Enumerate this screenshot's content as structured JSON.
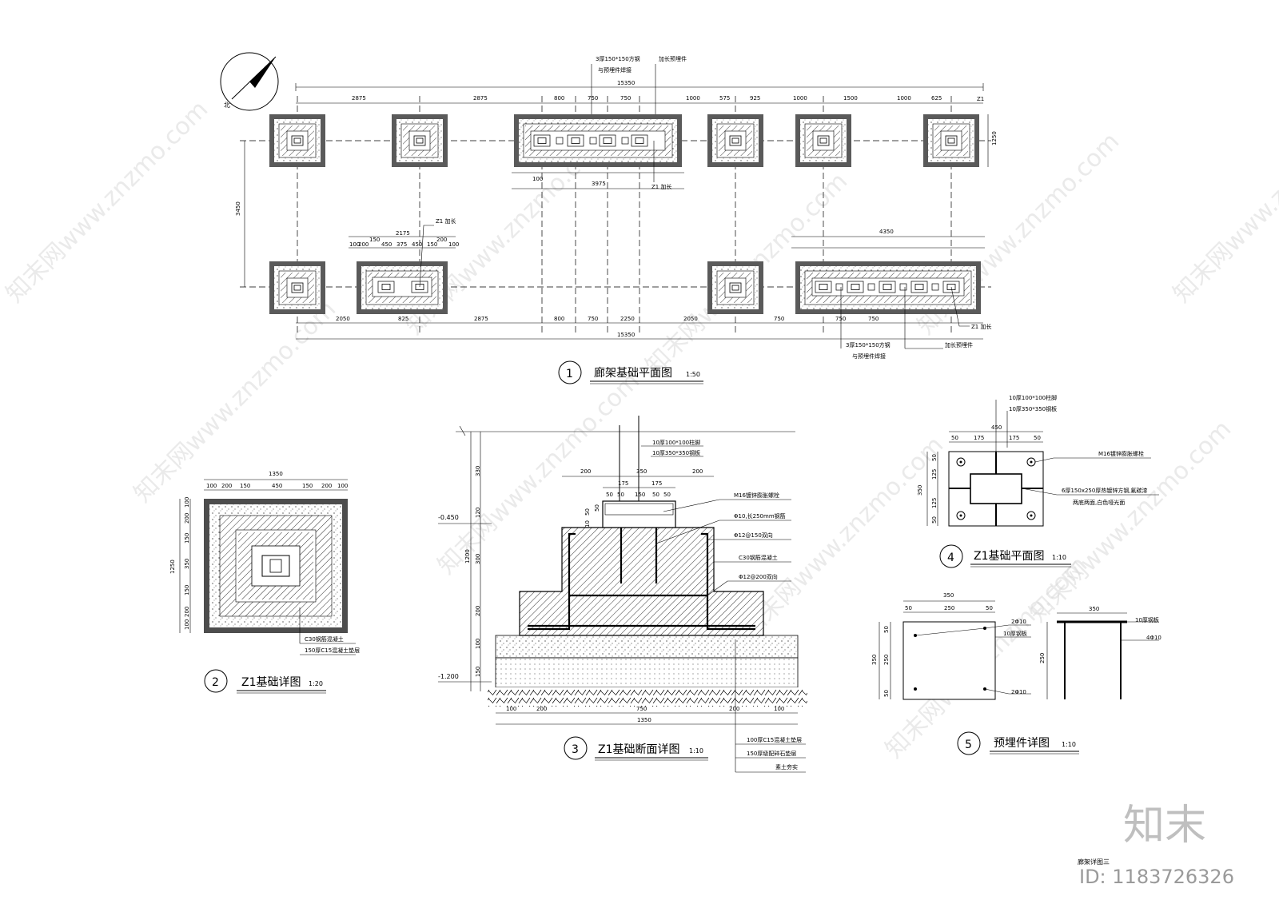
{
  "north_label": "北",
  "plan": {
    "top_callout_1": "3厚150*150方钢",
    "top_callout_2": "与预埋件焊接",
    "top_callout_3": "加长预埋件",
    "total_top": "15350",
    "top_dims": [
      "2875",
      "2875",
      "800",
      "750",
      "750",
      "1000",
      "575",
      "925",
      "1000",
      "1500",
      "1000",
      "625"
    ],
    "z1_top": "Z1",
    "right_dim": "1250",
    "left_dim": "3450",
    "z1_ext_top": "Z1 加长",
    "dim_3975": "3975",
    "dim_100": "100",
    "z1_ext_left": "Z1 加长",
    "dim_2175": "2175",
    "left_small_dims": [
      "100",
      "200",
      "150",
      "450",
      "375",
      "450",
      "150",
      "200",
      "100"
    ],
    "dim_4350": "4350",
    "bottom_dims": [
      "2050",
      "825",
      "2875",
      "800",
      "750",
      "2250",
      "2050",
      "750",
      "750",
      "750"
    ],
    "total_bottom": "15350",
    "z1_ext_bottom": "Z1 加长",
    "bottom_callout_1": "3厚150*150方钢",
    "bottom_callout_2": "与预埋件焊接",
    "bottom_callout_3": "加长预埋件",
    "title_no": "1",
    "title": "廊架基础平面图",
    "scale": "1:50"
  },
  "detail2": {
    "top_total": "1350",
    "top_dims": [
      "100",
      "200",
      "150",
      "450",
      "150",
      "200",
      "100"
    ],
    "left_total": "1250",
    "left_dims": [
      "100",
      "200",
      "150",
      "350",
      "150",
      "200",
      "100"
    ],
    "note_1": "C30钢筋混凝土",
    "note_2": "150厚C15混凝土垫层",
    "title_no": "2",
    "title": "Z1基础详图",
    "scale": "1:20"
  },
  "detail3": {
    "elev_1": "-0.450",
    "elev_2": "-1.200",
    "left_dims": [
      "330",
      "120",
      "1200",
      "300",
      "200",
      "100",
      "150"
    ],
    "top_dims": [
      "200",
      "350",
      "200"
    ],
    "plate_dims": [
      "175",
      "175"
    ],
    "plate_small": [
      "50",
      "50",
      "150",
      "50",
      "50"
    ],
    "side_dims": [
      "10",
      "50",
      "50"
    ],
    "note_post": "10厚100*100柱脚",
    "note_plate": "10厚350*350钢板",
    "note_bolt": "M16镀锌膨胀螺栓",
    "note_rebar1": "Φ10,长250mm钢筋",
    "note_rebar2": "Φ12@150双向",
    "note_concrete": "C30钢筋混凝土",
    "note_rebar3": "Φ12@200双向",
    "bottom_dims": [
      "100",
      "200",
      "750",
      "200",
      "100"
    ],
    "bottom_total": "1350",
    "note_l1": "100厚C15混凝土垫层",
    "note_l2": "150厚级配碎石垫层",
    "note_l3": "素土夯实",
    "title_no": "3",
    "title": "Z1基础断面详图",
    "scale": "1:10"
  },
  "detail4": {
    "note_post": "10厚100*100柱脚",
    "note_plate": "10厚350*350钢板",
    "top_total": "450",
    "top_dims": [
      "50",
      "175",
      "175",
      "50"
    ],
    "left_total": "350",
    "left_dims": [
      "50",
      "125",
      "125",
      "50"
    ],
    "note_bolt": "M16镀锌膨胀螺栓",
    "note_tube_1": "6厚150x250厚热镀锌方钢,氟碳漆",
    "note_tube_2": "两底两面,白色哑光面",
    "title_no": "4",
    "title": "Z1基础平面图",
    "scale": "1:10"
  },
  "detail5": {
    "top_total": "350",
    "top_dims": [
      "50",
      "250",
      "50"
    ],
    "left_total": "350",
    "left_dims": [
      "50",
      "250",
      "50"
    ],
    "rebar_a": "2Φ10",
    "plate_note": "10厚钢板",
    "rebar_b": "2Φ10",
    "side_top": "350",
    "side_plate": "10厚钢板",
    "side_rebar": "4Φ10",
    "side_h": "250",
    "title_no": "5",
    "title": "预埋件详图",
    "scale": "1:10"
  },
  "sheet_title": "廊架详图三",
  "wm_logo": "知末",
  "wm_id": "ID: 1183726326",
  "wm_url": "知末网www.znzmo.com"
}
